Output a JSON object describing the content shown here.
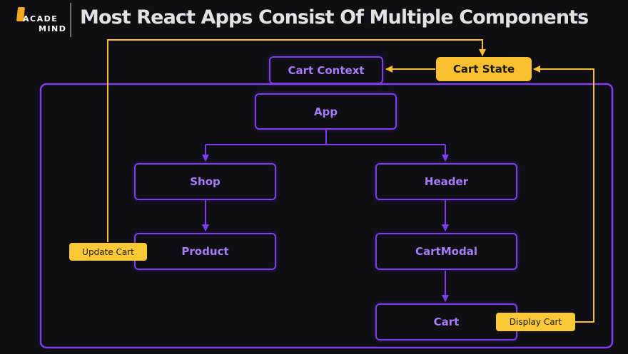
{
  "header": {
    "logo_line1": "ACADE",
    "logo_line2": "MIND",
    "title": "Most React Apps Consist Of Multiple Components"
  },
  "nodes": {
    "cart_context": "Cart Context",
    "cart_state": "Cart State",
    "app": "App",
    "shop": "Shop",
    "header": "Header",
    "product": "Product",
    "cart_modal": "CartModal",
    "cart": "Cart"
  },
  "labels": {
    "update_cart": "Update Cart",
    "display_cart": "Display Cart"
  },
  "colors": {
    "background": "#0f0e13",
    "purple": "#7b3ef0",
    "purple_text": "#a87cf8",
    "yellow": "#fbc02d",
    "title_text": "#e2e2e2"
  }
}
